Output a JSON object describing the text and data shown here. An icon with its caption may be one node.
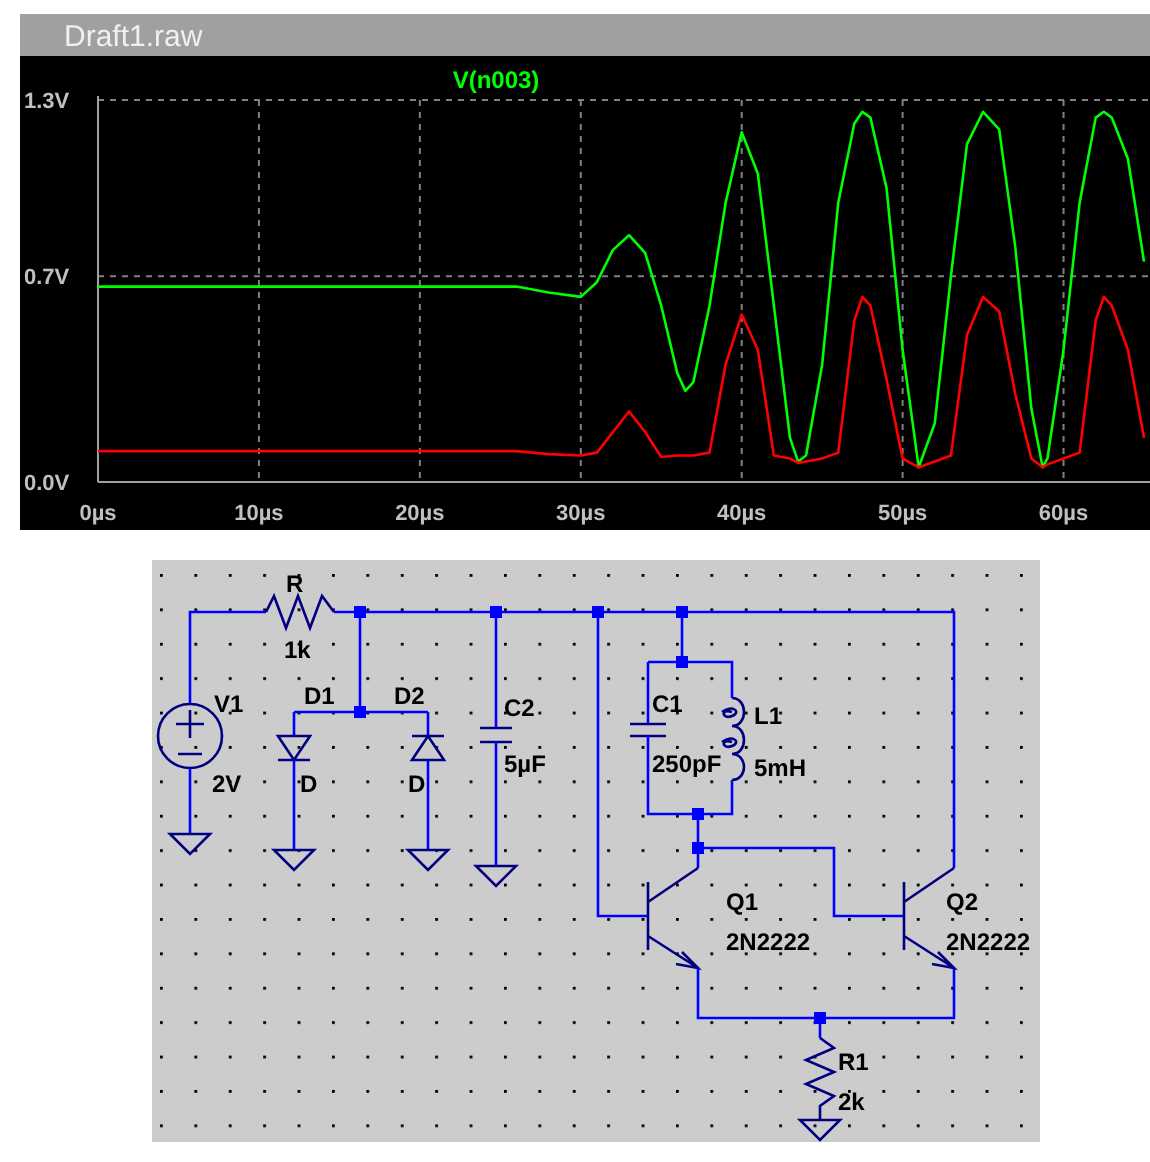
{
  "diagram": {
    "title": "Draft1.raw",
    "labels": [
      "R",
      "1k",
      "V1",
      "D1",
      "D2",
      "C2",
      "C1",
      "L1",
      "2V",
      "D",
      "D",
      "5µF",
      "250pF",
      "5mH",
      "Q1",
      "Q2",
      "2N2222",
      "2N2222",
      "R1",
      "2k"
    ],
    "chart_data": {
      "type": "line",
      "x": [
        0,
        5,
        10,
        15,
        20,
        25,
        26,
        28,
        30,
        31,
        32,
        33,
        34,
        35,
        36,
        36.5,
        37,
        38,
        39,
        40,
        41,
        42,
        43,
        43.5,
        44,
        45,
        46,
        47,
        47.5,
        48,
        49,
        50,
        51,
        52,
        53,
        54,
        55,
        56,
        57,
        58,
        58.7,
        59,
        60,
        61,
        62,
        62.5,
        63,
        64,
        65
      ],
      "series": [
        {
          "name": "V(n003)",
          "color": "#00ff00",
          "values": [
            0.665,
            0.665,
            0.665,
            0.665,
            0.665,
            0.665,
            0.665,
            0.645,
            0.63,
            0.68,
            0.79,
            0.84,
            0.78,
            0.6,
            0.37,
            0.31,
            0.34,
            0.6,
            0.95,
            1.19,
            1.05,
            0.6,
            0.15,
            0.07,
            0.09,
            0.4,
            0.95,
            1.22,
            1.26,
            1.24,
            1.0,
            0.45,
            0.05,
            0.2,
            0.7,
            1.15,
            1.26,
            1.2,
            0.8,
            0.25,
            0.05,
            0.08,
            0.45,
            0.95,
            1.24,
            1.26,
            1.24,
            1.1,
            0.75
          ]
        },
        {
          "color": "#ff0000",
          "values": [
            0.105,
            0.105,
            0.105,
            0.105,
            0.105,
            0.105,
            0.105,
            0.095,
            0.09,
            0.1,
            0.17,
            0.24,
            0.17,
            0.085,
            0.09,
            0.09,
            0.09,
            0.1,
            0.4,
            0.57,
            0.45,
            0.09,
            0.08,
            0.065,
            0.07,
            0.08,
            0.1,
            0.55,
            0.63,
            0.6,
            0.35,
            0.08,
            0.05,
            0.07,
            0.09,
            0.5,
            0.63,
            0.58,
            0.3,
            0.08,
            0.05,
            0.06,
            0.08,
            0.1,
            0.55,
            0.63,
            0.6,
            0.45,
            0.15
          ]
        }
      ],
      "grid": true,
      "xlim": [
        0,
        65
      ],
      "ylim": [
        0,
        1.3
      ],
      "xticks": [
        {
          "value": 0,
          "label": "0µs"
        },
        {
          "value": 10,
          "label": "10µs"
        },
        {
          "value": 20,
          "label": "20µs"
        },
        {
          "value": 30,
          "label": "30µs"
        },
        {
          "value": 40,
          "label": "40µs"
        },
        {
          "value": 50,
          "label": "50µs"
        },
        {
          "value": 60,
          "label": "60µs"
        }
      ],
      "yticks": [
        {
          "value": 0,
          "label": "0.0V"
        },
        {
          "value": 0.7,
          "label": "0.7V"
        },
        {
          "value": 1.3,
          "label": "1.3V"
        }
      ]
    }
  }
}
